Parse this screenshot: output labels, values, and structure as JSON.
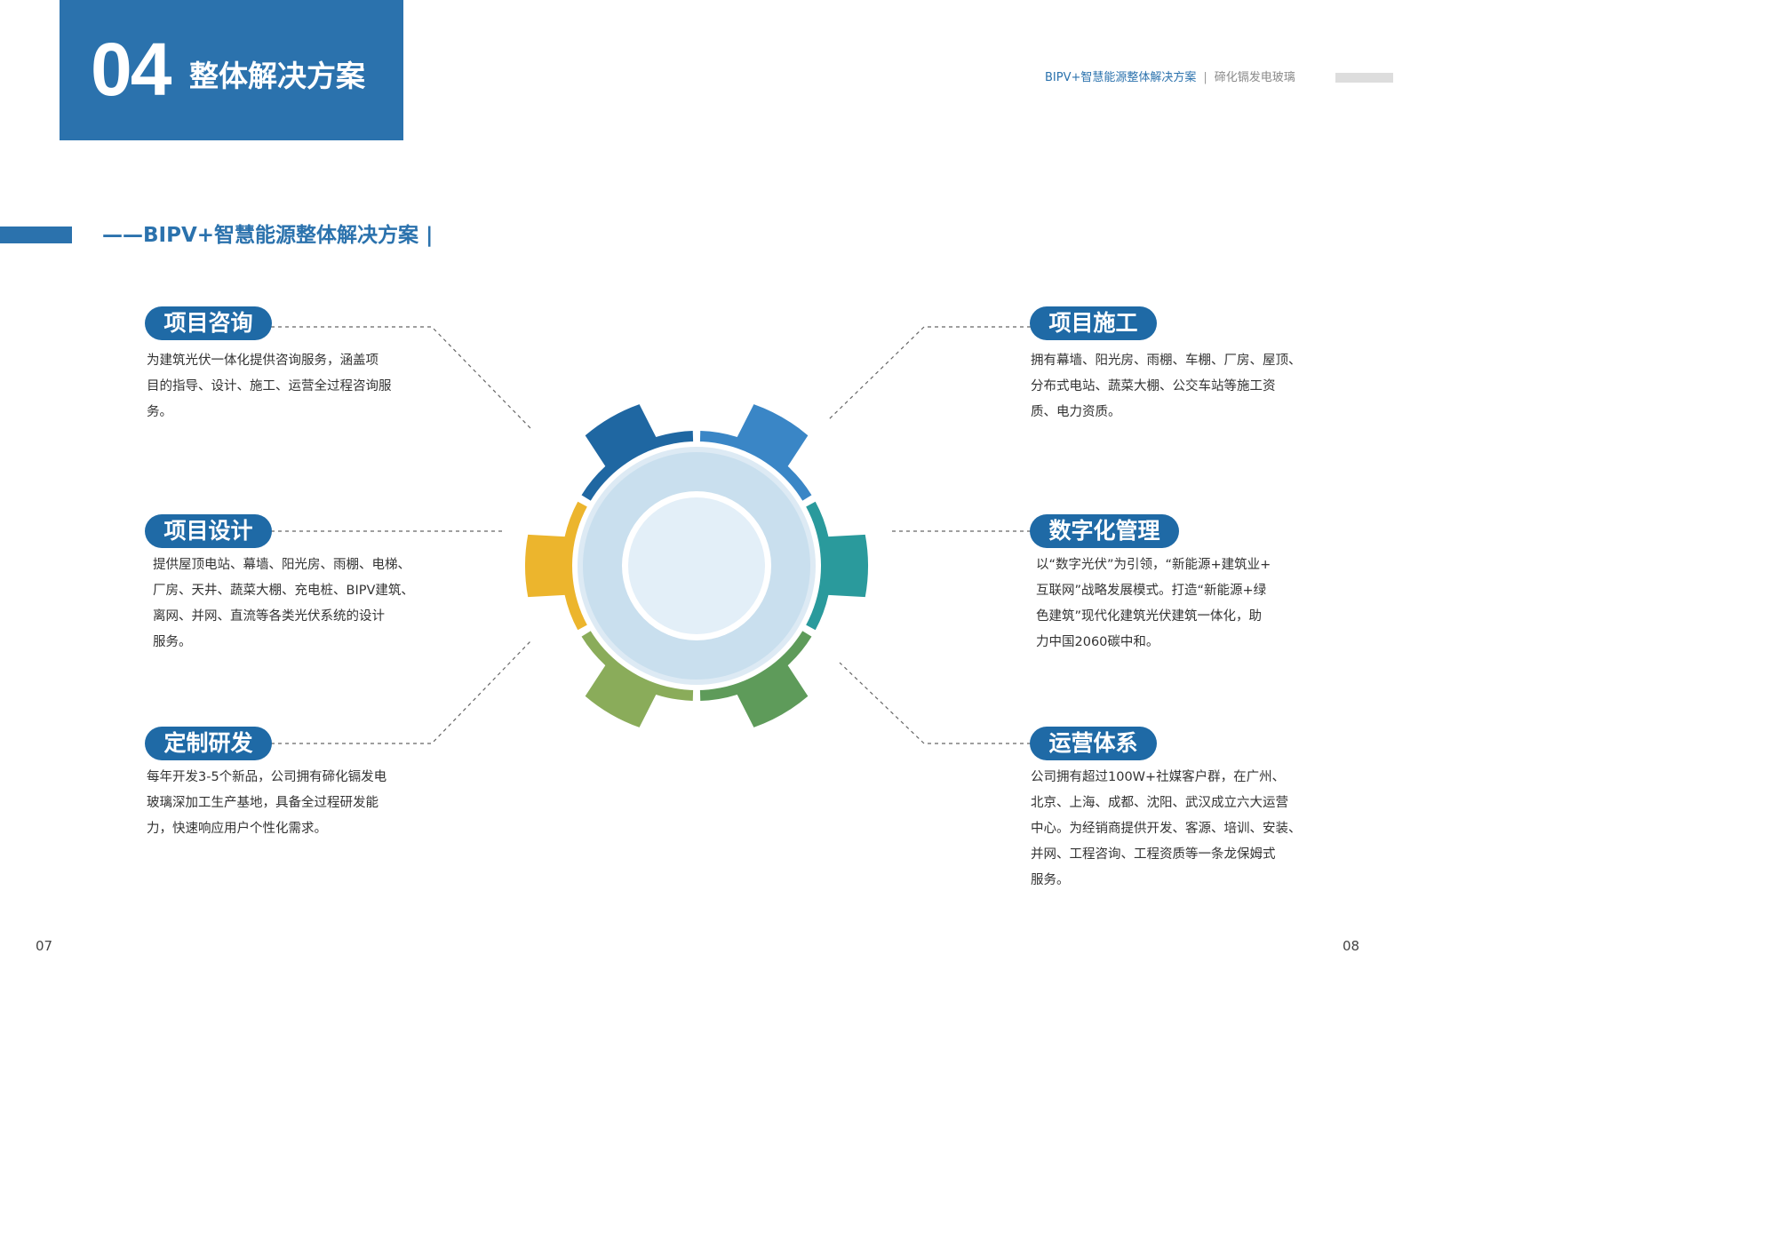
{
  "header": {
    "chapter_number": "04",
    "chapter_title": "整体解决方案",
    "running_title": "BIPV+智慧能源整体解决方案",
    "running_sep": "|",
    "running_subtitle": "碲化镉发电玻璃"
  },
  "section": {
    "title": "——BIPV+智慧能源整体解决方案 |"
  },
  "left_items": [
    {
      "label": "项目咨询",
      "lines": [
        "为建筑光伏一体化提供咨询服务，涵盖项",
        "目的指导、设计、施工、运营全过程咨询服",
        "务。"
      ]
    },
    {
      "label": "项目设计",
      "lines": [
        "提供屋顶电站、幕墙、阳光房、雨棚、电梯、",
        "厂房、天井、蔬菜大棚、充电桩、BIPV建筑、",
        "离网、并网、直流等各类光伏系统的设计",
        "服务。"
      ]
    },
    {
      "label": "定制研发",
      "lines": [
        "每年开发3-5个新品，公司拥有碲化镉发电",
        "玻璃深加工生产基地，具备全过程研发能",
        "力，快速响应用户个性化需求。"
      ]
    }
  ],
  "right_items": [
    {
      "label": "项目施工",
      "lines": [
        "拥有幕墙、阳光房、雨棚、车棚、厂房、屋顶、",
        "分布式电站、蔬菜大棚、公交车站等施工资",
        "质、电力资质。"
      ]
    },
    {
      "label": "数字化管理",
      "lines": [
        "以“数字光伏”为引领，“新能源+建筑业+",
        "互联网”战略发展模式。打造“新能源+绿",
        "色建筑”现代化建筑光伏建筑一体化，助",
        "力中国2060碳中和。"
      ]
    },
    {
      "label": "运营体系",
      "lines": [
        "公司拥有超过100W+社媒客户群，在广州、",
        "北京、上海、成都、沈阳、武汉成立六大运营",
        "中心。为经销商提供开发、客源、培训、安装、",
        "并网、工程咨询、工程资质等一条龙保姆式",
        "服务。"
      ]
    }
  ],
  "gear_colors": [
    "#3a86c6",
    "#2a9a9c",
    "#5e9b5a",
    "#8aac5a",
    "#ecb52d",
    "#1f67a2"
  ],
  "page_numbers": {
    "left": "07",
    "right": "08"
  }
}
